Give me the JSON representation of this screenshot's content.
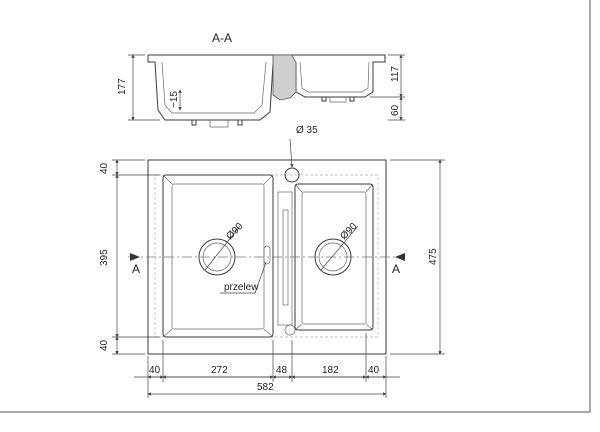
{
  "section_title": "A-A",
  "section": {
    "height_left": "177",
    "height_right": "117",
    "depth_offset": "60",
    "rim": "~15"
  },
  "plan": {
    "hole_label": "Ø 35",
    "drain_left": "Ø90",
    "drain_right": "Ø90",
    "overflow_label": "przelew",
    "cut_left": "A",
    "cut_right": "A",
    "left_top": "40",
    "left_mid": "395",
    "left_bottom": "40",
    "right_total": "475"
  },
  "bottom_dims": {
    "segments": [
      "40",
      "272",
      "48",
      "182",
      "40"
    ],
    "total": "582"
  }
}
